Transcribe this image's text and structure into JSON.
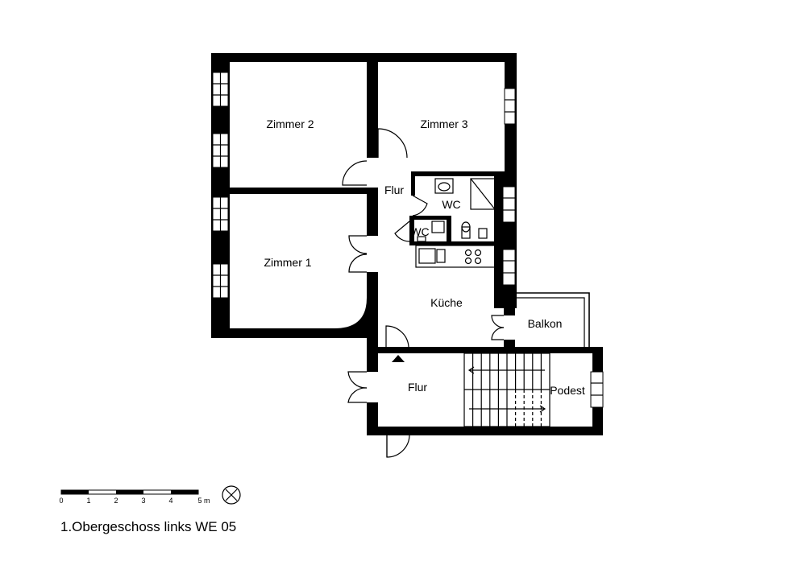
{
  "rooms": {
    "zimmer2": "Zimmer 2",
    "zimmer3": "Zimmer 3",
    "zimmer1": "Zimmer 1",
    "flur_upper": "Flur",
    "wc_large": "WC",
    "wc_small": "WC",
    "kueche": "Küche",
    "balkon": "Balkon",
    "flur_lower": "Flur",
    "podest": "Podest"
  },
  "scale_bar": {
    "ticks": [
      "0",
      "1",
      "2",
      "3",
      "4",
      "5 m"
    ]
  },
  "north_symbol": "compass-x-icon",
  "caption": "1.Obergeschoss links WE 05"
}
